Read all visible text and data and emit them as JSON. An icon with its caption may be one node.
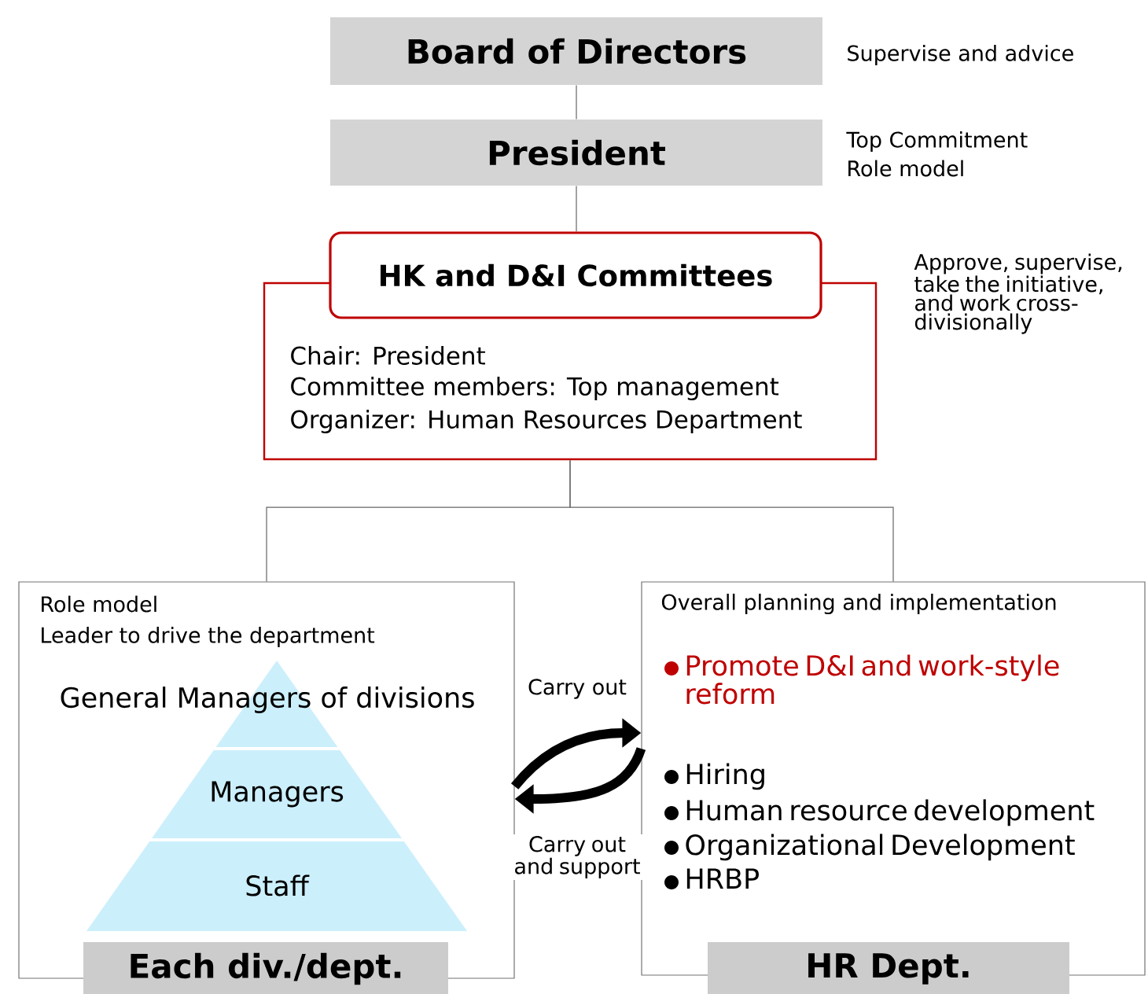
{
  "diagram": {
    "nodes": [
      {
        "text": [
          "Board of Directors"
        ],
        "beside": [
          "Supervise and advice"
        ]
      },
      {
        "text": [
          "President"
        ],
        "beside": [
          "Top Commitment",
          "Role model"
        ]
      },
      {
        "text": [
          "HK and D&I Committees",
          "Chair: President",
          "Committee members: Top management",
          "Organizer: Human Resources Department"
        ],
        "beside": [
          "Approve, supervise, take the initiative, and work cross-divisionally"
        ]
      },
      {
        "text": [
          "Role model",
          "Leader to drive the department",
          "Each div./dept."
        ]
      },
      {
        "text": [
          "General Managers of divisions"
        ],
        "in": 3
      },
      {
        "text": [
          "Managers"
        ],
        "in": 3
      },
      {
        "text": [
          "Staff"
        ],
        "in": 3
      },
      {
        "text": [
          "Overall planning and implementation",
          "Promote D&I and work-style reform",
          "Hiring",
          "Human resource development",
          "Organizational Development",
          "HRBP",
          "HR Dept."
        ]
      }
    ],
    "edges": [
      {
        "from": 0,
        "to": 1,
        "arrow": "none"
      },
      {
        "from": 1,
        "to": 2,
        "arrow": "none"
      },
      {
        "from": 2,
        "to": 3,
        "arrow": "none"
      },
      {
        "from": 2,
        "to": 7,
        "arrow": "none"
      },
      {
        "from": 3,
        "to": 7,
        "arrow": "to",
        "label": "Carry out",
        "style": "thick",
        "color": "#000000"
      },
      {
        "from": 7,
        "to": 3,
        "arrow": "to",
        "label": "Carry out and support",
        "style": "thick",
        "color": "#000000"
      }
    ]
  }
}
